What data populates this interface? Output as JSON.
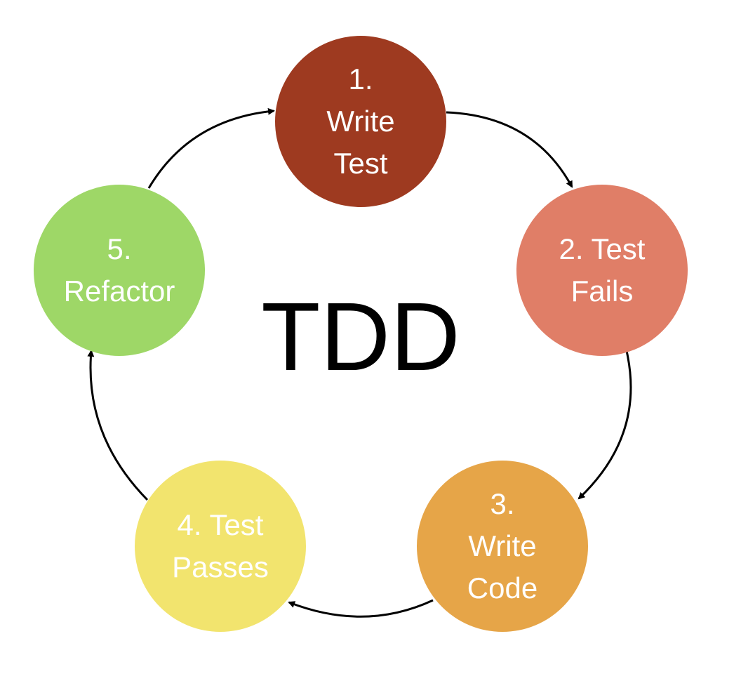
{
  "title": "TDD",
  "steps": [
    {
      "label": "1.\nWrite\nTest",
      "color": "#9E3A20"
    },
    {
      "label": "2. Test\nFails",
      "color": "#E07E67"
    },
    {
      "label": "3.\nWrite\nCode",
      "color": "#E6A548"
    },
    {
      "label": "4. Test\nPasses",
      "color": "#F2E46E"
    },
    {
      "label": "5.\nRefactor",
      "color": "#9ED767"
    }
  ]
}
